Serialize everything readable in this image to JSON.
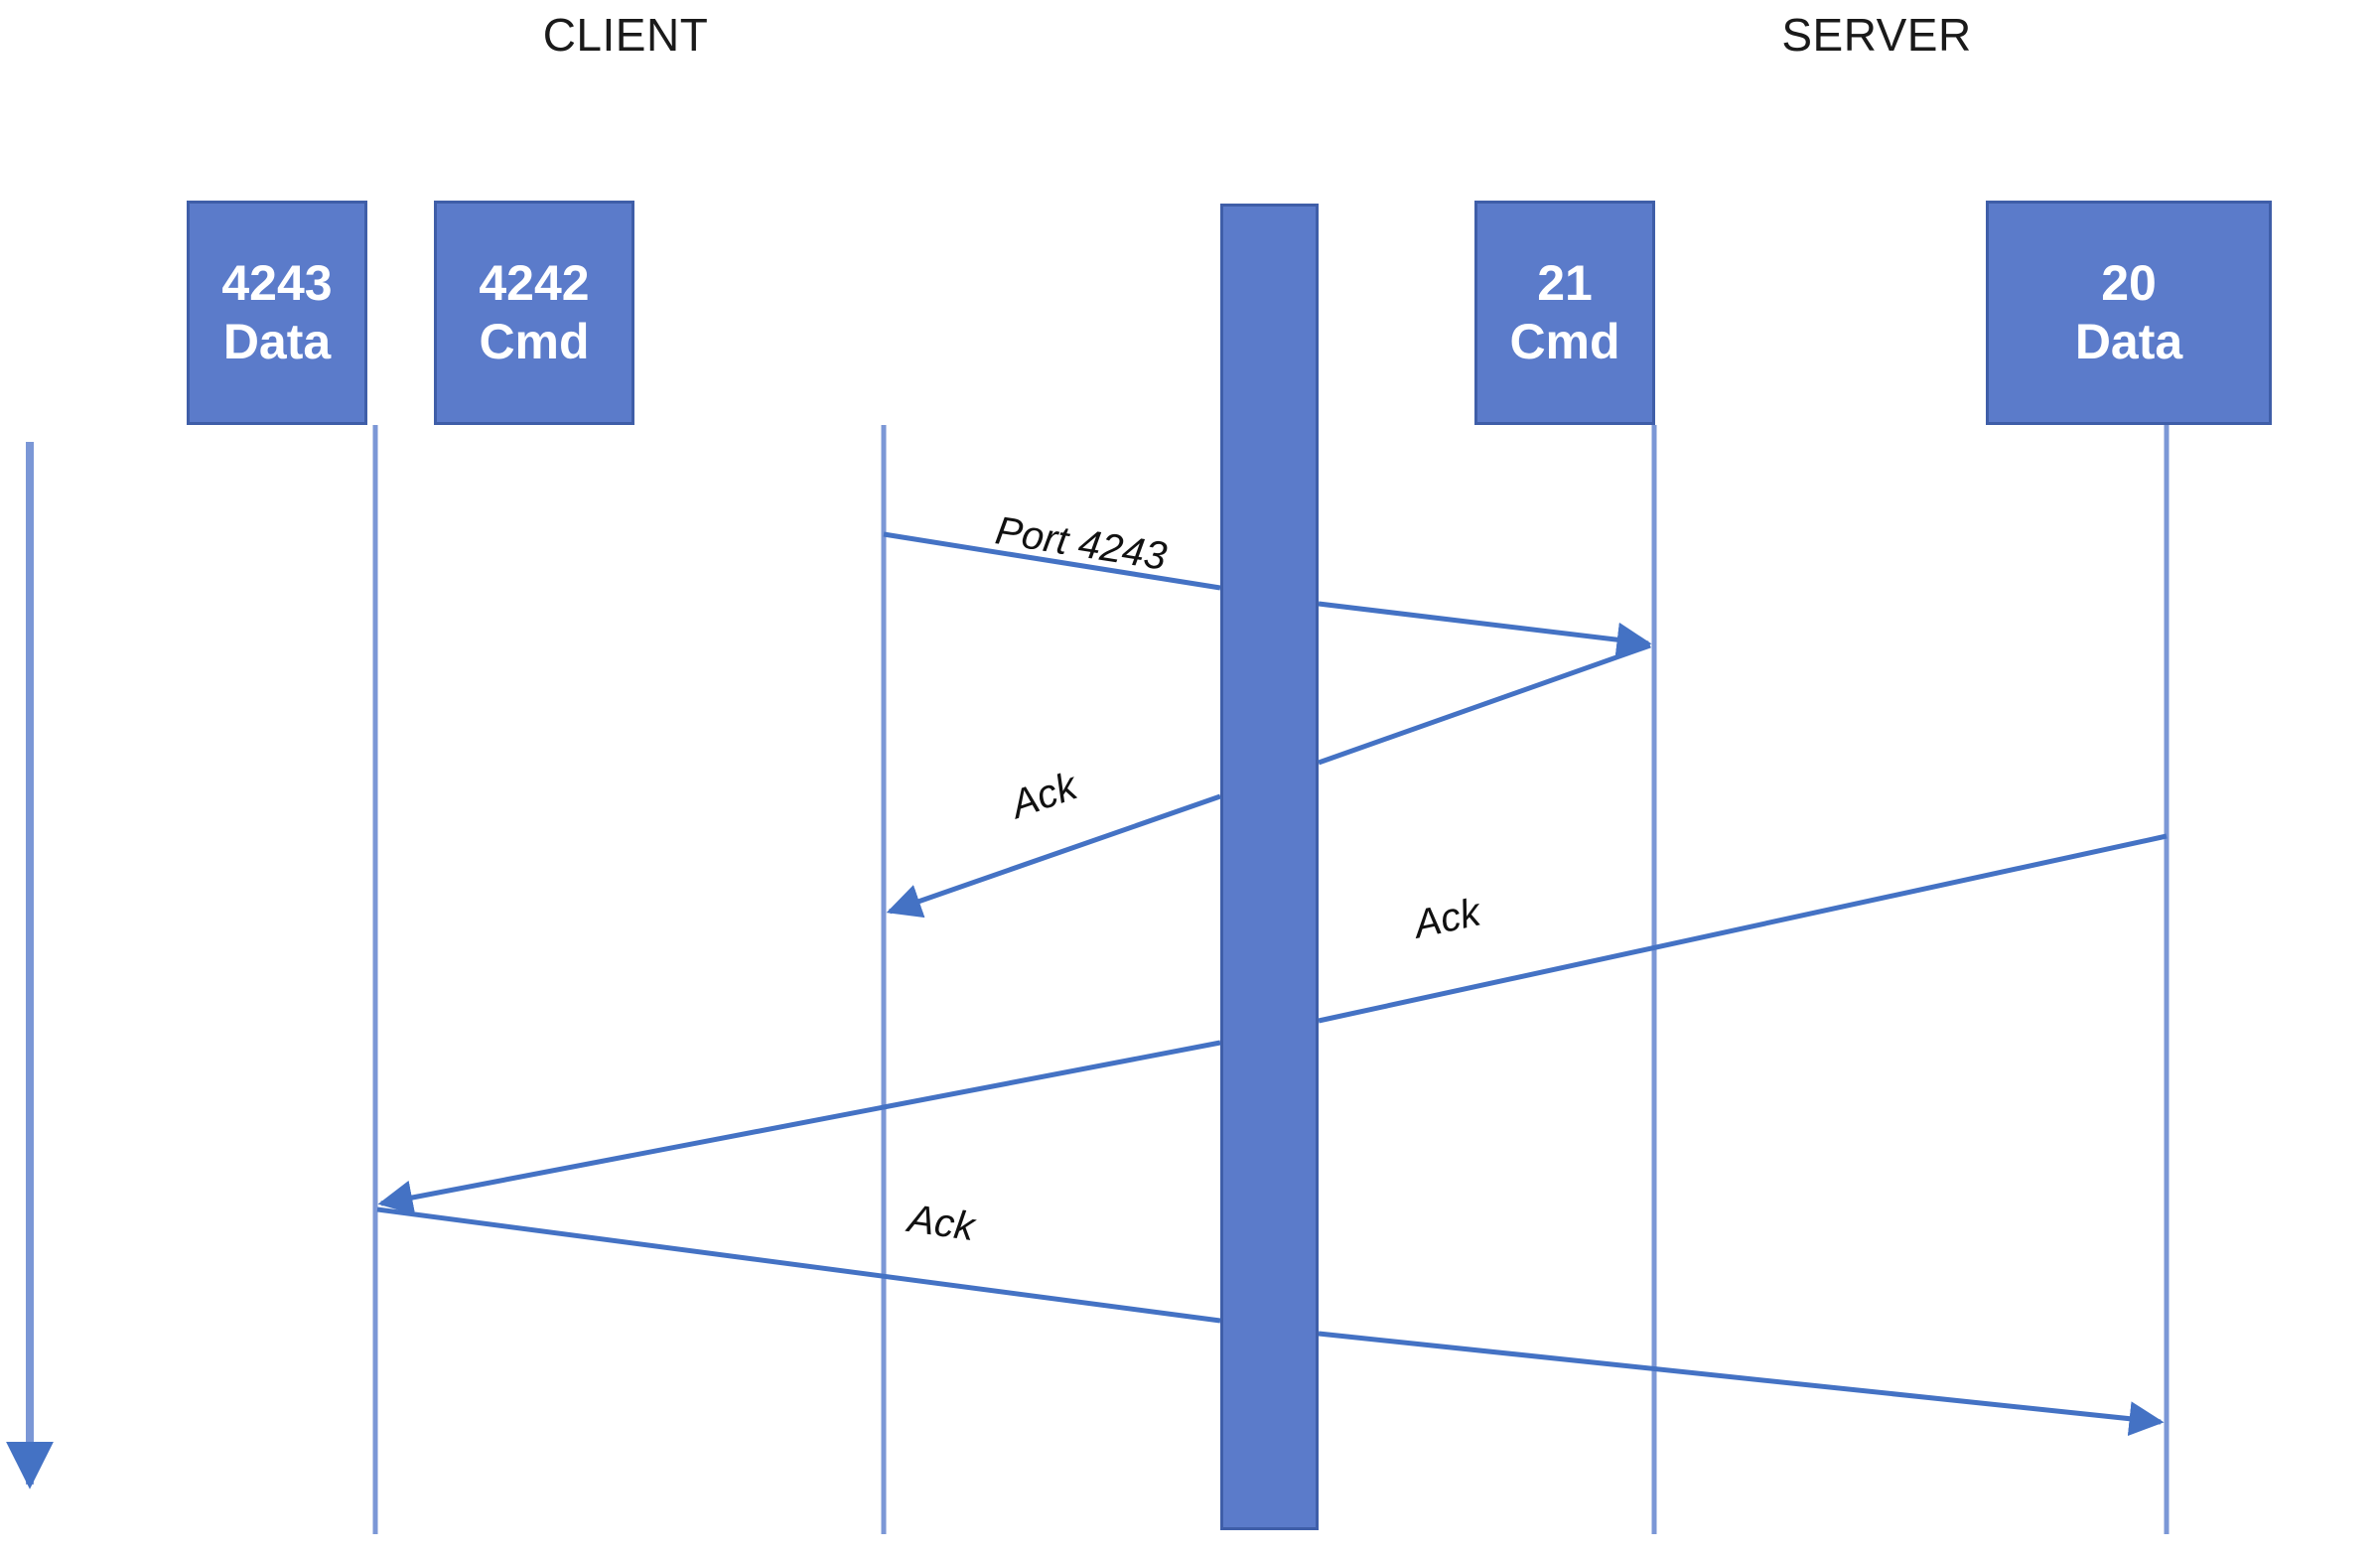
{
  "diagram": {
    "title_client": "CLIENT",
    "title_server": "SERVER",
    "background_color": "#ffffff",
    "accent_color": "#5B7BCA",
    "accent_border_color": "#3F5EA8",
    "line_color": "#4472C4"
  },
  "nodes": [
    {
      "id": "client-data",
      "port": "4243",
      "kind": "Data",
      "side": "client"
    },
    {
      "id": "client-cmd",
      "port": "4242",
      "kind": "Cmd",
      "side": "client"
    },
    {
      "id": "server-cmd",
      "port": "21",
      "kind": "Cmd",
      "side": "server"
    },
    {
      "id": "server-data",
      "port": "20",
      "kind": "Data",
      "side": "server"
    }
  ],
  "firewall": {
    "label": ""
  },
  "messages": [
    {
      "id": "msg-port-4243",
      "label": "Port 4243",
      "from": "client-cmd",
      "to": "server-cmd",
      "direction": "right"
    },
    {
      "id": "msg-ack-1",
      "label": "Ack",
      "from": "server-cmd",
      "to": "client-cmd",
      "direction": "left"
    },
    {
      "id": "msg-ack-2",
      "label": "Ack",
      "from": "server-data",
      "to": "client-data",
      "direction": "left"
    },
    {
      "id": "msg-ack-3",
      "label": "Ack",
      "from": "client-data",
      "to": "server-data",
      "direction": "right"
    }
  ],
  "time_axis": {
    "label": "",
    "direction": "down"
  }
}
